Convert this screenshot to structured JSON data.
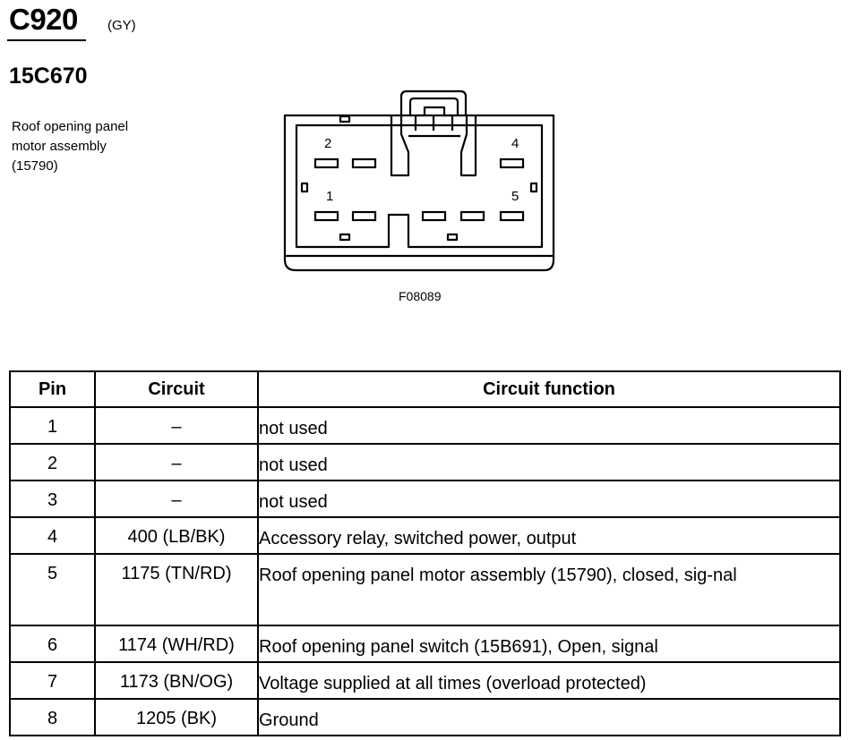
{
  "header": {
    "connector_id": "C920",
    "connector_color": "(GY)",
    "part_number": "15C670",
    "description_lines": [
      "Roof opening panel",
      "motor assembly",
      "(15790)"
    ]
  },
  "diagram": {
    "pin_labels": [
      "2",
      "4",
      "1",
      "5"
    ],
    "figure_id": "F08089"
  },
  "table": {
    "headers": [
      "Pin",
      "Circuit",
      "Circuit function"
    ],
    "rows": [
      {
        "pin": "1",
        "circuit": "–",
        "function": "not used"
      },
      {
        "pin": "2",
        "circuit": "–",
        "function": "not used"
      },
      {
        "pin": "3",
        "circuit": "–",
        "function": "not used"
      },
      {
        "pin": "4",
        "circuit": "400 (LB/BK)",
        "function": "Accessory relay, switched power, output"
      },
      {
        "pin": "5",
        "circuit": "1175 (TN/RD)",
        "function": "Roof opening panel motor assembly (15790), closed, sig-nal"
      },
      {
        "pin": "6",
        "circuit": "1174 (WH/RD)",
        "function": "Roof opening panel switch (15B691), Open, signal"
      },
      {
        "pin": "7",
        "circuit": "1173 (BN/OG)",
        "function": "Voltage supplied at all times (overload protected)"
      },
      {
        "pin": "8",
        "circuit": "1205 (BK)",
        "function": "Ground"
      }
    ]
  }
}
